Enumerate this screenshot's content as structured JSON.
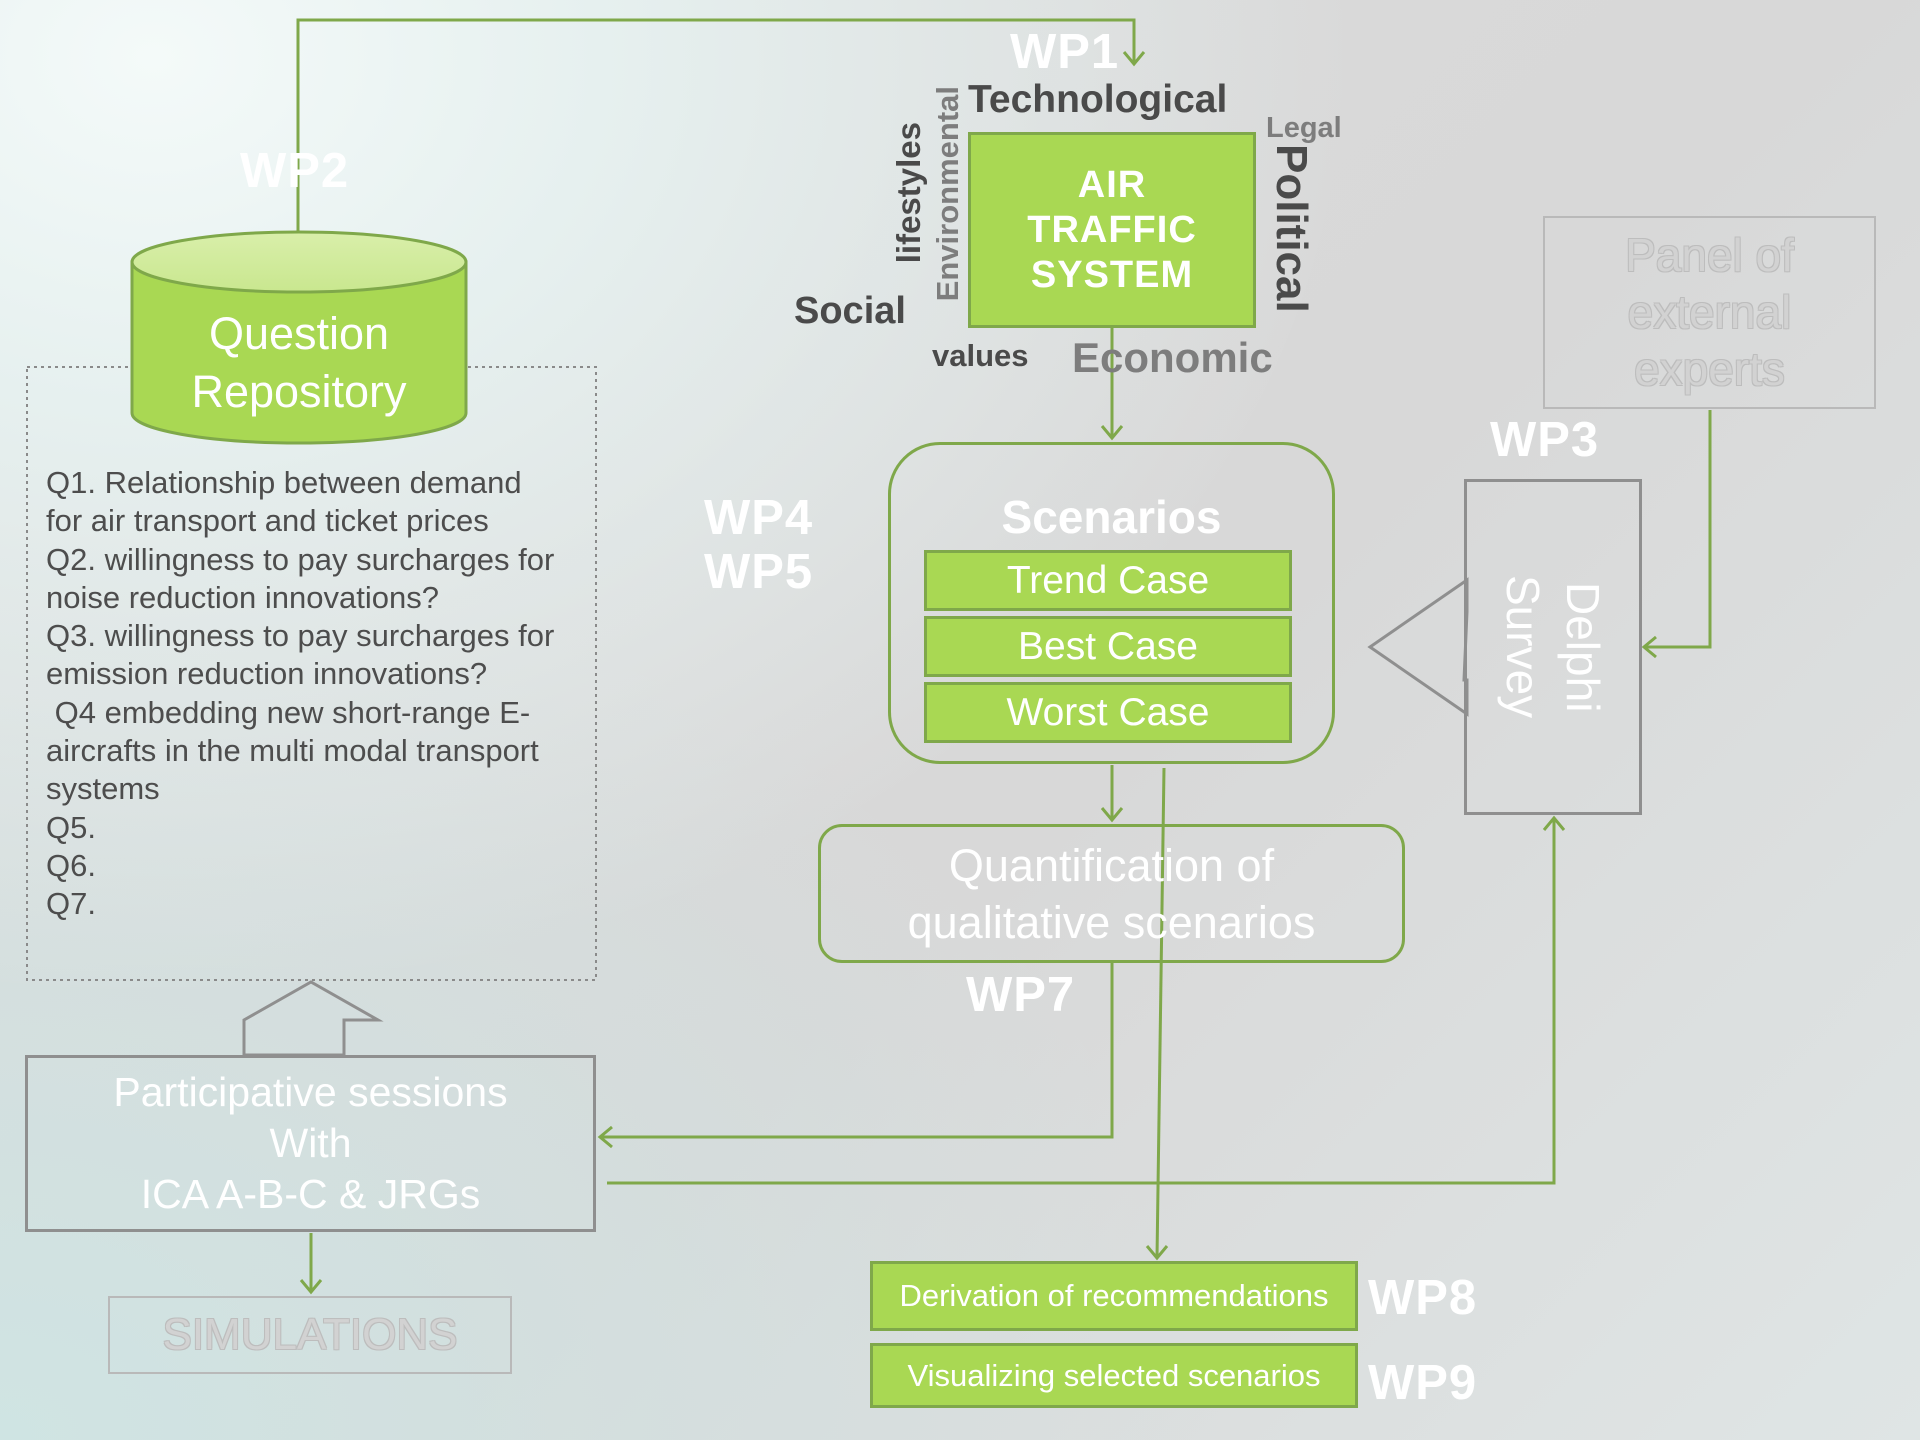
{
  "work_packages": {
    "wp1": "WP1",
    "wp2": "WP2",
    "wp3": "WP3",
    "wp4": "WP4",
    "wp5": "WP5",
    "wp7": "WP7",
    "wp8": "WP8",
    "wp9": "WP9"
  },
  "question_repository": {
    "title_line1": "Question",
    "title_line2": "Repository",
    "questions": [
      "Q1. Relationship between demand",
      "for air transport and ticket prices",
      "Q2. willingness to pay surcharges for",
      "noise reduction innovations?",
      "Q3. willingness to pay surcharges for",
      "emission reduction innovations?",
      " Q4 embedding new short-range E-",
      "aircrafts in the multi modal transport",
      "systems",
      "Q5.",
      "Q6.",
      "Q7."
    ]
  },
  "air_traffic": {
    "line1": "AIR",
    "line2": "TRAFFIC",
    "line3": "SYSTEM"
  },
  "word_cloud": {
    "technological": "Technological",
    "legal": "Legal",
    "political": "Political",
    "economic": "Economic",
    "values": "values",
    "social": "Social",
    "lifestyles": "lifestyles",
    "environmental": "Environmental"
  },
  "scenarios": {
    "title": "Scenarios",
    "cases": [
      "Trend Case",
      "Best Case",
      "Worst Case"
    ]
  },
  "panel": {
    "line1": "Panel of",
    "line2": "external",
    "line3": "experts"
  },
  "delphi": {
    "line1": "Delphi",
    "line2": "Survey"
  },
  "quantification": {
    "line1": "Quantification of",
    "line2": "qualitative scenarios"
  },
  "participative": {
    "line1": "Participative sessions",
    "line2": "With",
    "line3": "ICA A-B-C & JRGs"
  },
  "simulations": "SIMULATIONS",
  "outputs": {
    "recommendations": "Derivation of recommendations",
    "visualizing": "Visualizing selected scenarios"
  },
  "colors": {
    "green_fill": "#a9d853",
    "green_line": "#7fa84a",
    "gray_line": "#8f8f8f",
    "text_dark": "#4d4d4d"
  }
}
